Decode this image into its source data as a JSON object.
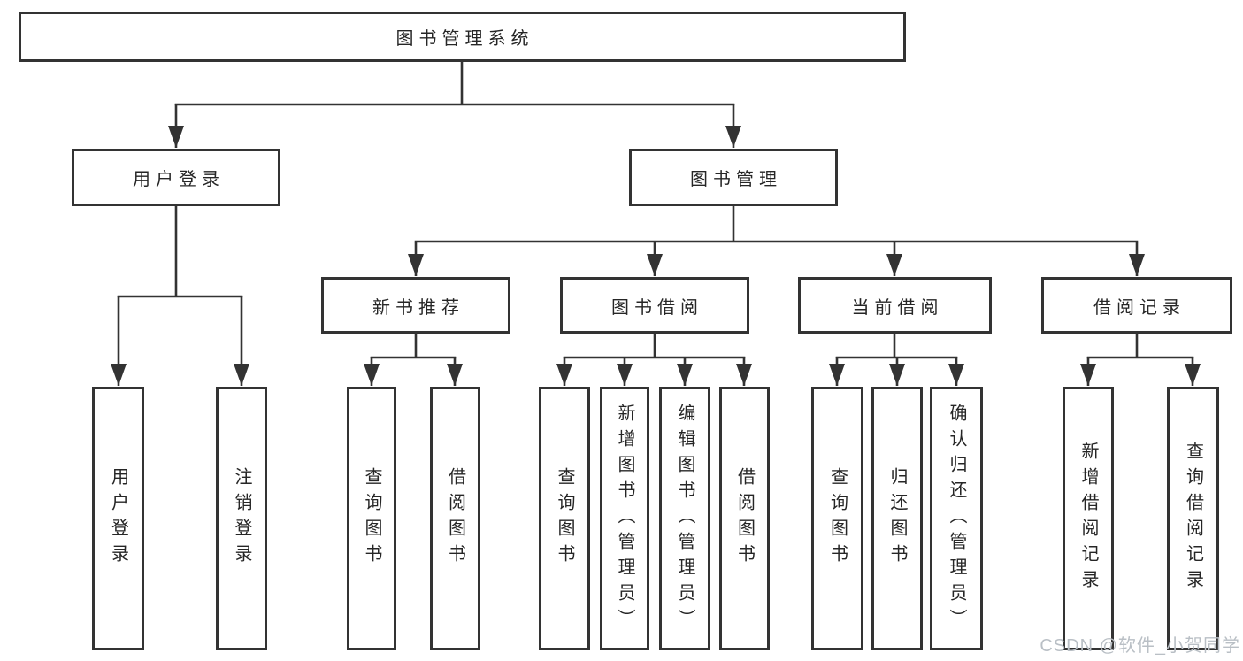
{
  "diagram": {
    "root": {
      "label": "图书管理系统"
    },
    "branches": [
      {
        "label": "用户登录",
        "children": [
          {
            "label": "用户登录"
          },
          {
            "label": "注销登录"
          }
        ]
      },
      {
        "label": "图书管理",
        "children": [
          {
            "label": "新书推荐",
            "children": [
              {
                "label": "查询图书"
              },
              {
                "label": "借阅图书"
              }
            ]
          },
          {
            "label": "图书借阅",
            "children": [
              {
                "label": "查询图书"
              },
              {
                "label": "新增图书（管理员）"
              },
              {
                "label": "编辑图书（管理员）"
              },
              {
                "label": "借阅图书"
              }
            ]
          },
          {
            "label": "当前借阅",
            "children": [
              {
                "label": "查询图书"
              },
              {
                "label": "归还图书"
              },
              {
                "label": "确认归还（管理员）"
              }
            ]
          },
          {
            "label": "借阅记录",
            "children": [
              {
                "label": "新增借阅记录"
              },
              {
                "label": "查询借阅记录"
              }
            ]
          }
        ]
      }
    ],
    "watermark": "CSDN @软件_小贺同学",
    "colors": {
      "line": "#333333",
      "box_border": "#333333",
      "box_fill": "#ffffff",
      "text": "#262626",
      "watermark": "#b9bfc5"
    }
  }
}
